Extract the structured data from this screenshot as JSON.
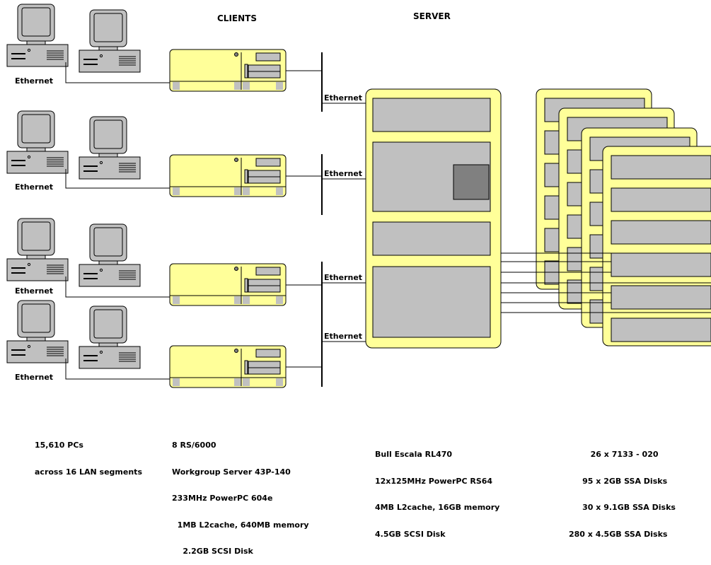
{
  "headers": {
    "clients": "CLIENTS",
    "server": "SERVER"
  },
  "labels": {
    "pc_ethernet": [
      "Ethernet",
      "Ethernet",
      "Ethernet",
      "Ethernet"
    ],
    "bus_ethernet": [
      "Ethernet",
      "Ethernet",
      "Ethernet",
      "Ethernet"
    ]
  },
  "captions": {
    "pcs": [
      "15,610 PCs",
      "across 16 LAN segments"
    ],
    "clients": [
      "8 RS/6000",
      "Workgroup Server 43P-140",
      "233MHz PowerPC 604e",
      "  1MB L2cache, 640MB memory",
      "    2.2GB SCSI Disk"
    ],
    "server": [
      "Bull Escala RL470",
      "12x125MHz PowerPC RS64",
      "4MB L2cache, 16GB memory",
      "4.5GB SCSI Disk"
    ],
    "disks": [
      "        26 x 7133 - 020",
      "     95 x 2GB SSA Disks",
      "     30 x 9.1GB SSA Disks",
      "280 x 4.5GB SSA Disks"
    ]
  },
  "colors": {
    "yellow": "#ffff99",
    "gray": "#c0c0c0",
    "dark_gray": "#808080",
    "line": "#000000"
  }
}
